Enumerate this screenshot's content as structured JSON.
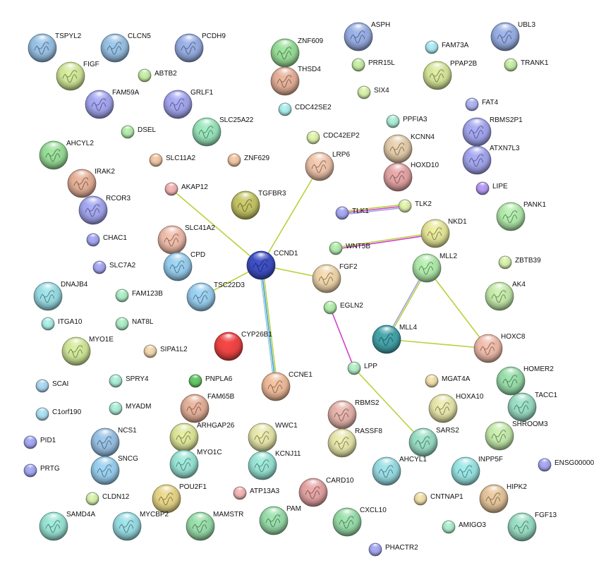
{
  "nodes": [
    {
      "id": "TSPYL2",
      "label": "TSPYL2",
      "color": "#8fb5d6",
      "structure": true
    },
    {
      "id": "CLCN5",
      "label": "CLCN5",
      "color": "#8fb5d6",
      "structure": true
    },
    {
      "id": "PCDH9",
      "label": "PCDH9",
      "color": "#8fa4d6",
      "structure": true
    },
    {
      "id": "FIGF",
      "label": "FIGF",
      "color": "#c4d98f",
      "structure": true
    },
    {
      "id": "ABTB2",
      "label": "ABTB2",
      "color": "#b8dc9a",
      "structure": false
    },
    {
      "id": "FAM59A",
      "label": "FAM59A",
      "color": "#9a9ce0",
      "structure": true
    },
    {
      "id": "GRLF1",
      "label": "GRLF1",
      "color": "#9a9ce0",
      "structure": true
    },
    {
      "id": "DSEL",
      "label": "DSEL",
      "color": "#a6dca0",
      "structure": false
    },
    {
      "id": "SLC25A22",
      "label": "SLC25A22",
      "color": "#90d6b0",
      "structure": true
    },
    {
      "id": "AHCYL2",
      "label": "AHCYL2",
      "color": "#8fcf8f",
      "structure": true
    },
    {
      "id": "SLC11A2",
      "label": "SLC11A2",
      "color": "#e0b89a",
      "structure": false
    },
    {
      "id": "ZNF629",
      "label": "ZNF629",
      "color": "#e0b89a",
      "structure": false
    },
    {
      "id": "IRAK2",
      "label": "IRAK2",
      "color": "#d6a58f",
      "structure": true
    },
    {
      "id": "AKAP12",
      "label": "AKAP12",
      "color": "#e0a8a8",
      "structure": false
    },
    {
      "id": "RCOR3",
      "label": "RCOR3",
      "color": "#9a9ce0",
      "structure": true
    },
    {
      "id": "CHAC1",
      "label": "CHAC1",
      "color": "#9a9ce0",
      "structure": false
    },
    {
      "id": "SLC41A2",
      "label": "SLC41A2",
      "color": "#e0b0a0",
      "structure": true
    },
    {
      "id": "CPD",
      "label": "CPD",
      "color": "#8fc2e0",
      "structure": true
    },
    {
      "id": "SLC7A2",
      "label": "SLC7A2",
      "color": "#9a9ce0",
      "structure": false
    },
    {
      "id": "DNAJB4",
      "label": "DNAJB4",
      "color": "#90cfd6",
      "structure": true
    },
    {
      "id": "FAM123B",
      "label": "FAM123B",
      "color": "#a0dcb8",
      "structure": false
    },
    {
      "id": "TSC22D3",
      "label": "TSC22D3",
      "color": "#90c2e0",
      "structure": true
    },
    {
      "id": "ITGA10",
      "label": "ITGA10",
      "color": "#a0dcd6",
      "structure": false
    },
    {
      "id": "NAT8L",
      "label": "NAT8L",
      "color": "#a0dcb8",
      "structure": false
    },
    {
      "id": "MYO1E",
      "label": "MYO1E",
      "color": "#c4d98f",
      "structure": true
    },
    {
      "id": "SIPA1L2",
      "label": "SIPA1L2",
      "color": "#e0c8a0",
      "structure": false
    },
    {
      "id": "SCAI",
      "label": "SCAI",
      "color": "#a0c8e0",
      "structure": false
    },
    {
      "id": "SPRY4",
      "label": "SPRY4",
      "color": "#a0dcc8",
      "structure": false
    },
    {
      "id": "PNPLA6",
      "label": "PNPLA6",
      "color": "#5fb85f",
      "structure": false
    },
    {
      "id": "C1orf190",
      "label": "C1orf190",
      "color": "#a0d0e0",
      "structure": false
    },
    {
      "id": "MYADM",
      "label": "MYADM",
      "color": "#a0dcc8",
      "structure": false
    },
    {
      "id": "FAM65B",
      "label": "FAM65B",
      "color": "#d6a58f",
      "structure": true
    },
    {
      "id": "PID1",
      "label": "PID1",
      "color": "#9a9ce0",
      "structure": false
    },
    {
      "id": "NCS1",
      "label": "NCS1",
      "color": "#8fb5d6",
      "structure": true
    },
    {
      "id": "ARHGAP26",
      "label": "ARHGAP26",
      "color": "#d0d890",
      "structure": true
    },
    {
      "id": "PRTG",
      "label": "PRTG",
      "color": "#9a9ce0",
      "structure": false
    },
    {
      "id": "SNCG",
      "label": "SNCG",
      "color": "#90c2e0",
      "structure": true
    },
    {
      "id": "MYO1C",
      "label": "MYO1C",
      "color": "#90d6c8",
      "structure": true
    },
    {
      "id": "CLDN12",
      "label": "CLDN12",
      "color": "#c8e0a0",
      "structure": false
    },
    {
      "id": "POU2F1",
      "label": "POU2F1",
      "color": "#d8c880",
      "structure": true
    },
    {
      "id": "SAMD4A",
      "label": "SAMD4A",
      "color": "#90d6c8",
      "structure": true
    },
    {
      "id": "MYCBP2",
      "label": "MYCBP2",
      "color": "#90cfd6",
      "structure": true
    },
    {
      "id": "MAMSTR",
      "label": "MAMSTR",
      "color": "#8fcf9f",
      "structure": true
    },
    {
      "id": "ZNF609",
      "label": "ZNF609",
      "color": "#8fcf8f",
      "structure": true
    },
    {
      "id": "THSD4",
      "label": "THSD4",
      "color": "#d6a58f",
      "structure": true
    },
    {
      "id": "CDC42SE2",
      "label": "CDC42SE2",
      "color": "#a0dcdc",
      "structure": false
    },
    {
      "id": "ASPH",
      "label": "ASPH",
      "color": "#8fa4d6",
      "structure": true
    },
    {
      "id": "PRR15L",
      "label": "PRR15L",
      "color": "#b8dc9a",
      "structure": false
    },
    {
      "id": "SIX4",
      "label": "SIX4",
      "color": "#c8e0a0",
      "structure": false
    },
    {
      "id": "FAM73A",
      "label": "FAM73A",
      "color": "#a0d8e0",
      "structure": false
    },
    {
      "id": "PPAP2B",
      "label": "PPAP2B",
      "color": "#c8d890",
      "structure": true
    },
    {
      "id": "UBL3",
      "label": "UBL3",
      "color": "#8fa4d6",
      "structure": true
    },
    {
      "id": "TRANK1",
      "label": "TRANK1",
      "color": "#b8dc9a",
      "structure": false
    },
    {
      "id": "FAT4",
      "label": "FAT4",
      "color": "#a0a8e0",
      "structure": false
    },
    {
      "id": "RBMS2P1",
      "label": "RBMS2P1",
      "color": "#9a9ce0",
      "structure": true
    },
    {
      "id": "ATXN7L3",
      "label": "ATXN7L3",
      "color": "#9a9ce0",
      "structure": true
    },
    {
      "id": "LIPE",
      "label": "LIPE",
      "color": "#a890e0",
      "structure": false
    },
    {
      "id": "PPFIA3",
      "label": "PPFIA3",
      "color": "#a0dcc8",
      "structure": false
    },
    {
      "id": "CDC42EP2",
      "label": "CDC42EP2",
      "color": "#d0e0a0",
      "structure": false
    },
    {
      "id": "KCNN4",
      "label": "KCNN4",
      "color": "#d6c0a0",
      "structure": true
    },
    {
      "id": "HOXD10",
      "label": "HOXD10",
      "color": "#d69a9a",
      "structure": true
    },
    {
      "id": "LRP6",
      "label": "LRP6",
      "color": "#e0b8a0",
      "structure": true
    },
    {
      "id": "TGFBR3",
      "label": "TGFBR3",
      "color": "#b8b860",
      "structure": true
    },
    {
      "id": "CCND1",
      "label": "CCND1",
      "color": "#3a4ab8",
      "structure": true
    },
    {
      "id": "TLK1",
      "label": "TLK1",
      "color": "#9a9ce0",
      "structure": false
    },
    {
      "id": "TLK2",
      "label": "TLK2",
      "color": "#d0e0a0",
      "structure": false
    },
    {
      "id": "NKD1",
      "label": "NKD1",
      "color": "#d8d890",
      "structure": true
    },
    {
      "id": "WNT5B",
      "label": "WNT5B",
      "color": "#a6dca0",
      "structure": false
    },
    {
      "id": "PANK1",
      "label": "PANK1",
      "color": "#a6dca0",
      "structure": true
    },
    {
      "id": "FGF2",
      "label": "FGF2",
      "color": "#e0c8a0",
      "structure": true
    },
    {
      "id": "MLL2",
      "label": "MLL2",
      "color": "#a6dca0",
      "structure": true
    },
    {
      "id": "ZBTB39",
      "label": "ZBTB39",
      "color": "#c8e0a0",
      "structure": false
    },
    {
      "id": "AK4",
      "label": "AK4",
      "color": "#b8dca0",
      "structure": true
    },
    {
      "id": "EGLN2",
      "label": "EGLN2",
      "color": "#a6dca0",
      "structure": false
    },
    {
      "id": "MLL4",
      "label": "MLL4",
      "color": "#409aa0",
      "structure": true
    },
    {
      "id": "HOXC8",
      "label": "HOXC8",
      "color": "#e0b0a0",
      "structure": true
    },
    {
      "id": "CYP26B1",
      "label": "CYP26B1",
      "color": "#e04040",
      "structure": false
    },
    {
      "id": "LPP",
      "label": "LPP",
      "color": "#a6dcb8",
      "structure": false
    },
    {
      "id": "CCNE1",
      "label": "CCNE1",
      "color": "#e0b090",
      "structure": true
    },
    {
      "id": "MGAT4A",
      "label": "MGAT4A",
      "color": "#e0d0a0",
      "structure": false
    },
    {
      "id": "HOMER2",
      "label": "HOMER2",
      "color": "#8fcf9f",
      "structure": true
    },
    {
      "id": "TACC1",
      "label": "TACC1",
      "color": "#90cfb8",
      "structure": true
    },
    {
      "id": "RBMS2",
      "label": "RBMS2",
      "color": "#d6a8a0",
      "structure": true
    },
    {
      "id": "HOXA10",
      "label": "HOXA10",
      "color": "#d8d8a0",
      "structure": true
    },
    {
      "id": "WWC1",
      "label": "WWC1",
      "color": "#d8d8a0",
      "structure": true
    },
    {
      "id": "RASSF8",
      "label": "RASSF8",
      "color": "#d8d8a0",
      "structure": true
    },
    {
      "id": "SARS2",
      "label": "SARS2",
      "color": "#90cfb8",
      "structure": true
    },
    {
      "id": "SHROOM3",
      "label": "SHROOM3",
      "color": "#b8dca0",
      "structure": true
    },
    {
      "id": "KCNJ11",
      "label": "KCNJ11",
      "color": "#90d6c8",
      "structure": true
    },
    {
      "id": "AHCYL1",
      "label": "AHCYL1",
      "color": "#90cfd6",
      "structure": true
    },
    {
      "id": "INPP5F",
      "label": "INPP5F",
      "color": "#90d6d6",
      "structure": true
    },
    {
      "id": "ENSG00000",
      "label": "ENSG00000",
      "color": "#9a9ce0",
      "structure": false
    },
    {
      "id": "ATP13A3",
      "label": "ATP13A3",
      "color": "#e0a8a8",
      "structure": false
    },
    {
      "id": "CARD10",
      "label": "CARD10",
      "color": "#d69a9a",
      "structure": true
    },
    {
      "id": "CNTNAP1",
      "label": "CNTNAP1",
      "color": "#e0d0a0",
      "structure": false
    },
    {
      "id": "HIPK2",
      "label": "HIPK2",
      "color": "#d6b890",
      "structure": true
    },
    {
      "id": "PAM",
      "label": "PAM",
      "color": "#8fcf9f",
      "structure": true
    },
    {
      "id": "CXCL10",
      "label": "CXCL10",
      "color": "#8fcf9f",
      "structure": true
    },
    {
      "id": "AMIGO3",
      "label": "AMIGO3",
      "color": "#a0dcc0",
      "structure": false
    },
    {
      "id": "FGF13",
      "label": "FGF13",
      "color": "#90cfb8",
      "structure": true
    },
    {
      "id": "PHACTR2",
      "label": "PHACTR2",
      "color": "#9a9ce0",
      "structure": false
    }
  ],
  "edges": [
    {
      "source": "CCND1",
      "target": "AKAP12",
      "colors": [
        "#b8d23c"
      ]
    },
    {
      "source": "CCND1",
      "target": "LRP6",
      "colors": [
        "#b8d23c"
      ]
    },
    {
      "source": "CCND1",
      "target": "FGF2",
      "colors": [
        "#b8d23c"
      ]
    },
    {
      "source": "CCND1",
      "target": "TSC22D3",
      "colors": [
        "#b8d23c"
      ]
    },
    {
      "source": "CCND1",
      "target": "CCNE1",
      "colors": [
        "#b8d23c",
        "#3aa0d8",
        "#9ac8d8"
      ]
    },
    {
      "source": "TLK1",
      "target": "TLK2",
      "colors": [
        "#b8d23c",
        "#d040d0",
        "#a0a0e0"
      ]
    },
    {
      "source": "WNT5B",
      "target": "NKD1",
      "colors": [
        "#b8d23c",
        "#d040d0"
      ]
    },
    {
      "source": "EGLN2",
      "target": "LPP",
      "colors": [
        "#d040d0"
      ]
    },
    {
      "source": "LPP",
      "target": "SARS2",
      "colors": [
        "#b8d23c"
      ]
    },
    {
      "source": "MLL2",
      "target": "MLL4",
      "colors": [
        "#b8d23c",
        "#a0a0e0"
      ]
    },
    {
      "source": "MLL2",
      "target": "HOXC8",
      "colors": [
        "#b8d23c"
      ]
    },
    {
      "source": "MLL4",
      "target": "HOXC8",
      "colors": [
        "#b8d23c"
      ]
    }
  ]
}
